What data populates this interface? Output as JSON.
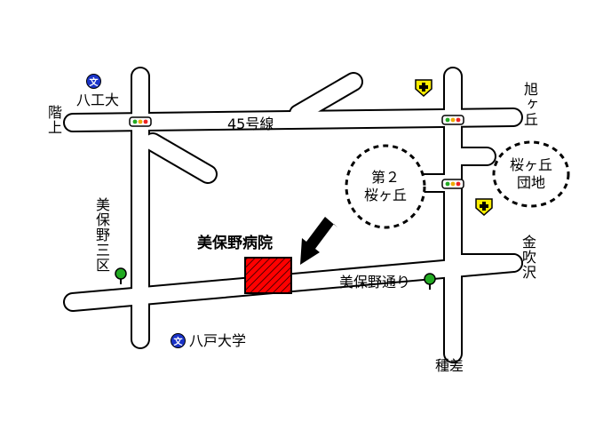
{
  "map": {
    "hospital": {
      "name": "美保野病院",
      "color": "#ff0000"
    },
    "roads": {
      "route45": "45号線",
      "misono_dori": "美保野通り"
    },
    "areas": {
      "dai2_sakuragaoka": [
        "第２",
        "桜ヶ丘"
      ],
      "sakuragaoka_danchi": [
        "桜ヶ丘",
        "団地"
      ]
    },
    "places": {
      "hachiko_dai": "八工大",
      "kaijo": "階上",
      "asahigaoka": "旭ヶ丘",
      "misono_3ku": "美保野三区",
      "kanefukisawa": "金吹沢",
      "hachinohe_daigaku": "八戸大学",
      "tanesashi": "種差"
    },
    "icons": {
      "school": "school-icon",
      "hospital": "hospital-icon",
      "signal": "traffic-signal-icon",
      "tree": "tree-icon",
      "arrow": "arrow-icon"
    },
    "school_symbol": "文",
    "colors": {
      "school": "#1a33c8",
      "hospital_mark": "#ffee00",
      "tree": "#22aa22"
    }
  }
}
